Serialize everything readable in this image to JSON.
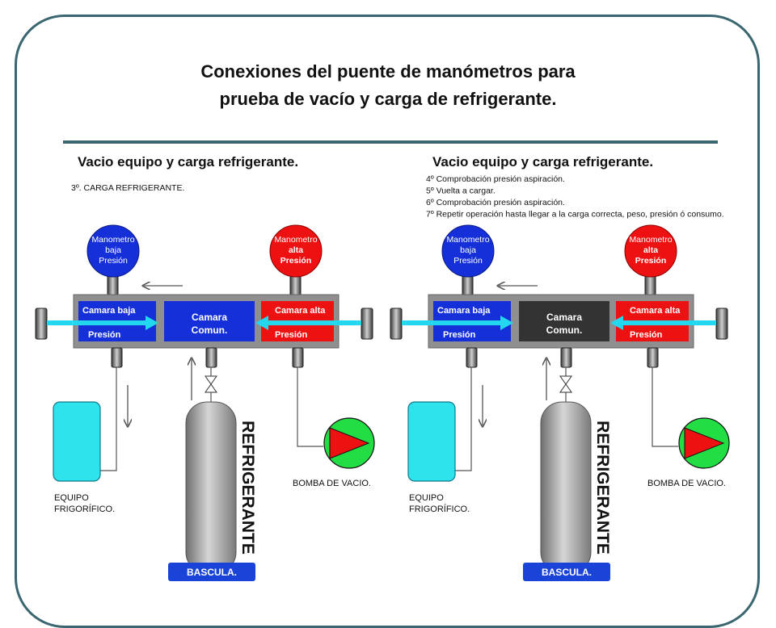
{
  "slide": {
    "title_line1": "Conexiones del puente de manómetros para",
    "title_line2": "prueba de vacío y carga de refrigerante."
  },
  "colors": {
    "frame": "#3a6670",
    "low_side": "#1530d8",
    "high_side": "#ee1111",
    "common_left": "#1530d8",
    "common_right": "#333333",
    "flow_arrow": "#22d7ee",
    "body": "#8f8f8f",
    "cylinder": "#a8a8a8",
    "equipment": "#2fe3ec",
    "pump_green": "#22dd44",
    "scale": "#1a44d8"
  },
  "panels": [
    {
      "heading": "Vacio equipo y carga refrigerante.",
      "steps": [
        "3º. CARGA REFRIGERANTE."
      ],
      "gauge_low": [
        "Manometro",
        "baja",
        "Presión"
      ],
      "gauge_high": [
        "Manometro",
        "alta",
        "Presión"
      ],
      "low_top": "Camara baja",
      "low_bottom": "Presión",
      "common": [
        "Camara",
        "Comun."
      ],
      "high_top": "Camara alta",
      "high_bottom": "Presión",
      "cylinder_label": "REFRIGERANTE",
      "scale_label": "BASCULA.",
      "equipment_label": [
        "EQUIPO",
        "FRIGORÍFICO."
      ],
      "pump_label": "BOMBA DE VACIO."
    },
    {
      "heading": "Vacio equipo y carga refrigerante.",
      "steps": [
        "4º Comprobación presión aspiración.",
        "5º Vuelta a cargar.",
        "6º Comprobación presión aspiración.",
        "7º Repetir operación hasta llegar a la carga correcta, peso, presión ó consumo."
      ],
      "gauge_low": [
        "Manometro",
        "baja",
        "Presión"
      ],
      "gauge_high": [
        "Manometro",
        "alta",
        "Presión"
      ],
      "low_top": "Camara baja",
      "low_bottom": "Presión",
      "common": [
        "Camara",
        "Comun."
      ],
      "high_top": "Camara alta",
      "high_bottom": "Presión",
      "cylinder_label": "REFRIGERANTE",
      "scale_label": "BASCULA.",
      "equipment_label": [
        "EQUIPO",
        "FRIGORÍFICO."
      ],
      "pump_label": "BOMBA DE VACIO."
    }
  ]
}
